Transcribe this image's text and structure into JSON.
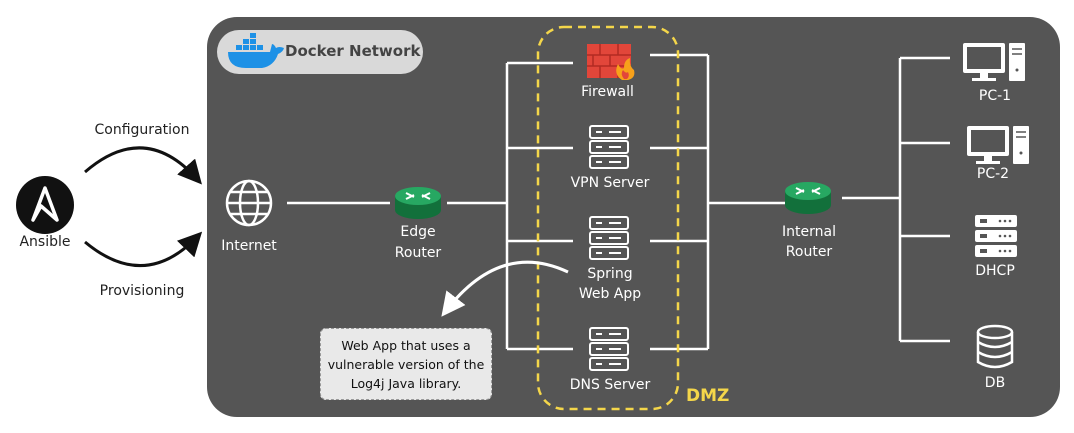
{
  "docker": {
    "label": "Docker Network"
  },
  "ansible": {
    "label": "Ansible",
    "config_label": "Configuration",
    "prov_label": "Provisioning"
  },
  "internet": {
    "label": "Internet"
  },
  "edge_router": {
    "line1": "Edge",
    "line2": "Router"
  },
  "dmz": {
    "label": "DMZ",
    "firewall": "Firewall",
    "vpn": "VPN Server",
    "spring_line1": "Spring",
    "spring_line2": "Web App",
    "dns": "DNS Server"
  },
  "internal_router": {
    "line1": "Internal",
    "line2": "Router"
  },
  "lan": {
    "pc1": "PC-1",
    "pc2": "PC-2",
    "dhcp": "DHCP",
    "db": "DB"
  },
  "callout": {
    "line1": "Web App that uses a",
    "line2": "vulnerable version of the",
    "line3": "Log4j Java library."
  },
  "colors": {
    "panel": "#555555",
    "dmz_border": "#f4d64a",
    "router": "#1e8a4c",
    "firewall": "#e2463a"
  }
}
